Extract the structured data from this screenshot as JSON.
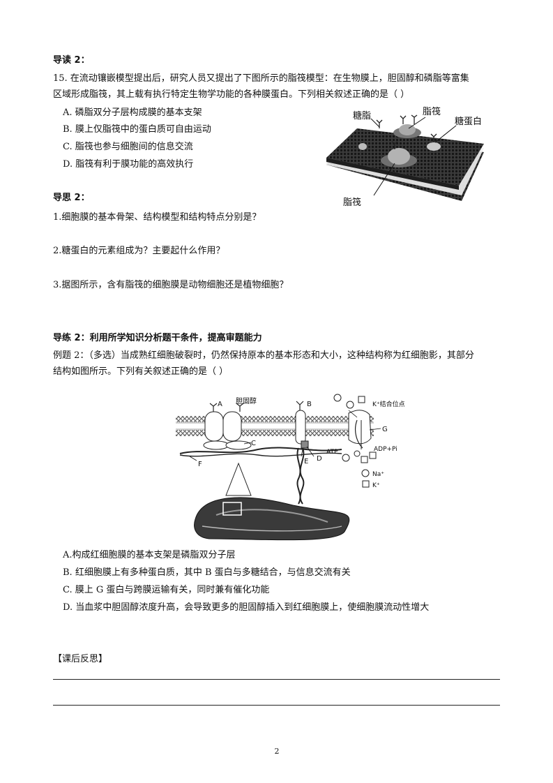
{
  "section1": {
    "title": "导读 2：",
    "q15": {
      "stem_line1": "15.  在流动镶嵌模型提出后，研究人员又提出了下图所示的脂筏模型：在生物膜上，胆固醇和磷脂等富集",
      "stem_line2": "区域形成脂筏，其上载有执行特定生物学功能的各种膜蛋白。下列相关叙述正确的是（       ）",
      "options": [
        "A.  磷脂双分子层构成膜的基本支架",
        "B.  膜上仅脂筏中的蛋白质可自由运动",
        "C.  脂筏也参与细胞间的信息交流",
        "D.  脂筏有利于膜功能的高效执行"
      ],
      "figure_labels": {
        "glycolipid": "糖脂",
        "raft_top": "脂筏",
        "glycoprotein": "糖蛋白",
        "raft_bottom": "脂筏"
      }
    }
  },
  "section2": {
    "title": "导思 2：",
    "questions": [
      "1.细胞膜的基本骨架、结构模型和结构特点分别是？",
      "2.糖蛋白的元素组成为？主要起什么作用？",
      "3.据图所示，含有脂筏的细胞膜是动物细胞还是植物细胞？"
    ]
  },
  "section3": {
    "title": "导练 2：利用所学知识分析题干条件，提高审题能力",
    "example_line1": "例题 2：（多选）当成熟红细胞破裂时，仍然保持原本的基本形态和大小，这种结构称为红细胞影，其部分",
    "example_line2": "结构如图所示。下列有关叙述正确的是（       ）",
    "figure_labels": {
      "A": "A",
      "cholesterol": "胆固醇",
      "B": "B",
      "C": "C",
      "D": "D",
      "E": "E",
      "F": "F",
      "G": "G",
      "k_site": "K⁺结合位点",
      "atp": "ATP",
      "adp": "ADP+Pi",
      "na": "Na⁺",
      "k": "K⁺"
    },
    "options": [
      "A.构成红细胞膜的基本支架是磷脂双分子层",
      "B.  红细胞膜上有多种蛋白质，其中 B 蛋白与多糖结合，与信息交流有关",
      "C.  膜上 G 蛋白与跨膜运输有关，同时兼有催化功能",
      "D.  当血浆中胆固醇浓度升高，会导致更多的胆固醇插入到红细胞膜上，使细胞膜流动性增大"
    ]
  },
  "reflection": {
    "title": "【课后反思】"
  },
  "page_number": "2"
}
